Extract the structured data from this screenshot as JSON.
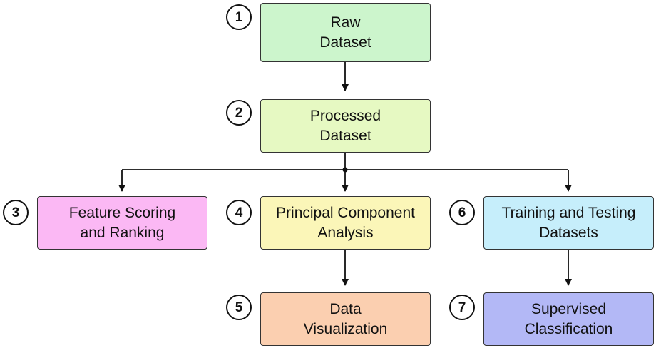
{
  "nodes": {
    "raw": {
      "step": "1",
      "label": "Raw\nDataset",
      "color": "#ccf5cc"
    },
    "processed": {
      "step": "2",
      "label": "Processed\nDataset",
      "color": "#e6f9c2"
    },
    "feature": {
      "step": "3",
      "label": "Feature Scoring\nand Ranking",
      "color": "#fbb8f4"
    },
    "pca": {
      "step": "4",
      "label": "Principal Component\nAnalysis",
      "color": "#fbf6b8"
    },
    "viz": {
      "step": "5",
      "label": "Data\nVisualization",
      "color": "#fbcfb0"
    },
    "train": {
      "step": "6",
      "label": "Training and Testing\nDatasets",
      "color": "#c6eefb"
    },
    "supervised": {
      "step": "7",
      "label": "Supervised\nClassification",
      "color": "#b3b8f6"
    }
  },
  "edges": [
    [
      "raw",
      "processed"
    ],
    [
      "processed",
      "feature"
    ],
    [
      "processed",
      "pca"
    ],
    [
      "processed",
      "train"
    ],
    [
      "pca",
      "viz"
    ],
    [
      "train",
      "supervised"
    ]
  ]
}
